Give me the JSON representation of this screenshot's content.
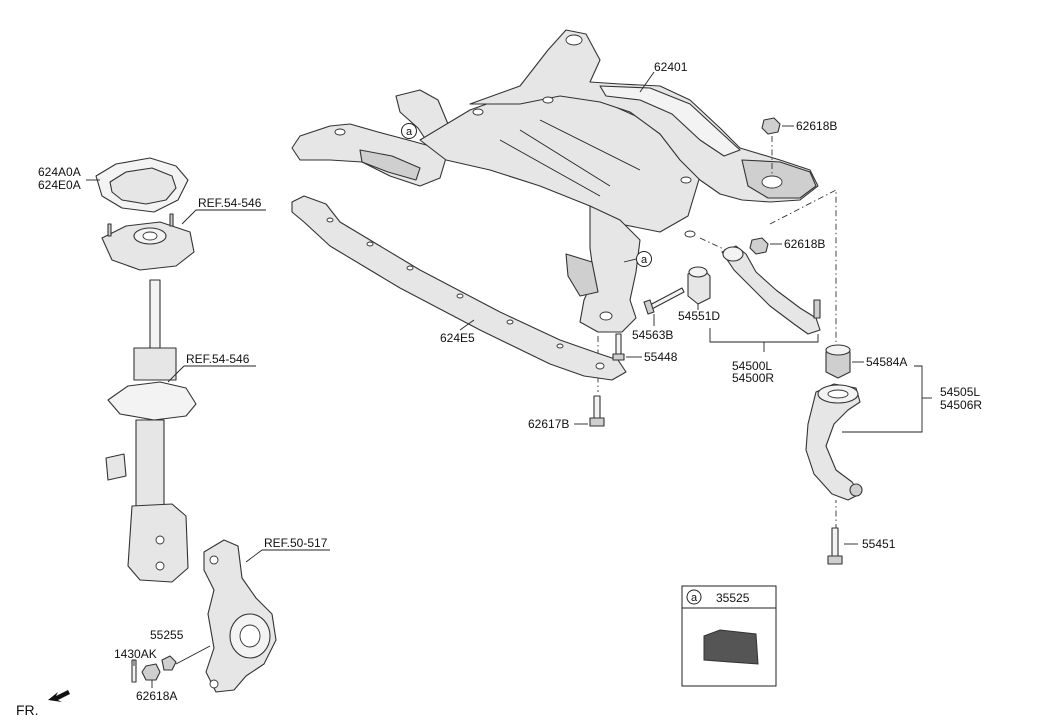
{
  "labels": {
    "p62401": "62401",
    "p62618B_top": "62618B",
    "p62618B_mid": "62618B",
    "p624A0A": "624A0A",
    "p624E0A": "624E0A",
    "ref_54546_top": "REF.54-546",
    "ref_54546_mid": "REF.54-546",
    "ref_50517": "REF.50-517",
    "p624E5": "624E5",
    "p54563B": "54563B",
    "p54551D": "54551D",
    "p55448": "55448",
    "p54500L": "54500L",
    "p54500R": "54500R",
    "p54584A": "54584A",
    "p54505L": "54505L",
    "p54506R": "54506R",
    "p62617B": "62617B",
    "p55451": "55451",
    "p35525": "35525",
    "p55255": "55255",
    "p1430AK": "1430AK",
    "p62618A": "62618A",
    "fr": "FR.",
    "callout_a": "a"
  },
  "colors": {
    "line": "#222222",
    "part_fill": "#e6e6e6",
    "part_dark": "#cfcfcf",
    "pad": "#555555"
  }
}
